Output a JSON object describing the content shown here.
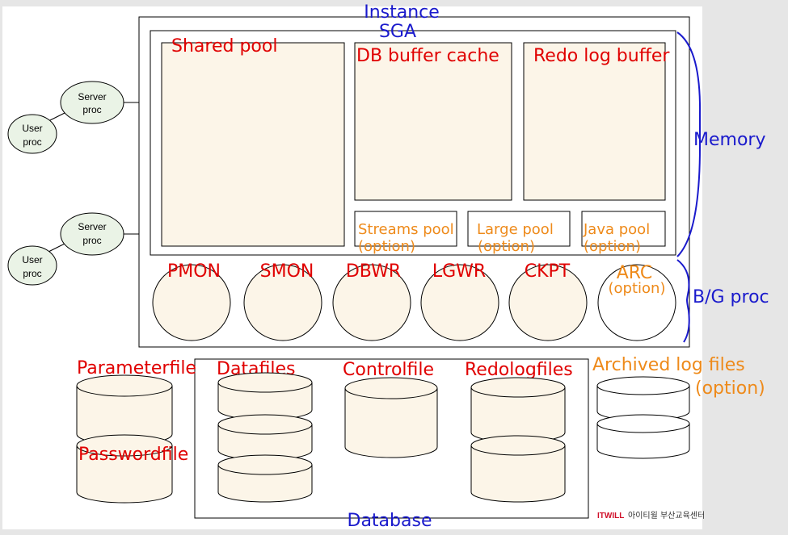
{
  "colors": {
    "red": "#e00000",
    "blue": "#1a1acc",
    "orange": "#ee8a1a",
    "cream": "#fcf5e8",
    "green": "#eaf3e6"
  },
  "instance": {
    "title": "Instance",
    "sga_title": "SGA",
    "shared_pool": "Shared pool",
    "db_buffer_cache": "DB buffer cache",
    "redo_log_buffer": "Redo log buffer",
    "streams_pool": "Streams pool",
    "large_pool": "Large pool",
    "java_pool": "Java pool",
    "option": "(option)"
  },
  "processes": {
    "pmon": "PMON",
    "smon": "SMON",
    "dbwr": "DBWR",
    "lgwr": "LGWR",
    "ckpt": "CKPT",
    "arc": "ARC",
    "arc_option": "(option)"
  },
  "side_labels": {
    "memory": "Memory",
    "bg_proc": "B/G proc"
  },
  "clients": [
    {
      "server_line1": "Server",
      "server_line2": "proc",
      "user_line1": "User",
      "user_line2": "proc"
    },
    {
      "server_line1": "Server",
      "server_line2": "proc",
      "user_line1": "User",
      "user_line2": "proc"
    }
  ],
  "files": {
    "parameterfile": "Parameterfile",
    "passwordfile": "Passwordfile",
    "datafiles": "Datafiles",
    "controlfile": "Controlfile",
    "redologfiles": "Redologfiles",
    "archived_line1": "Archived log files",
    "archived_line2": "(option)",
    "database": "Database"
  },
  "footer": {
    "logo_mark": "ITWILL",
    "logo_text": "아이티윌 부산교육센터"
  }
}
